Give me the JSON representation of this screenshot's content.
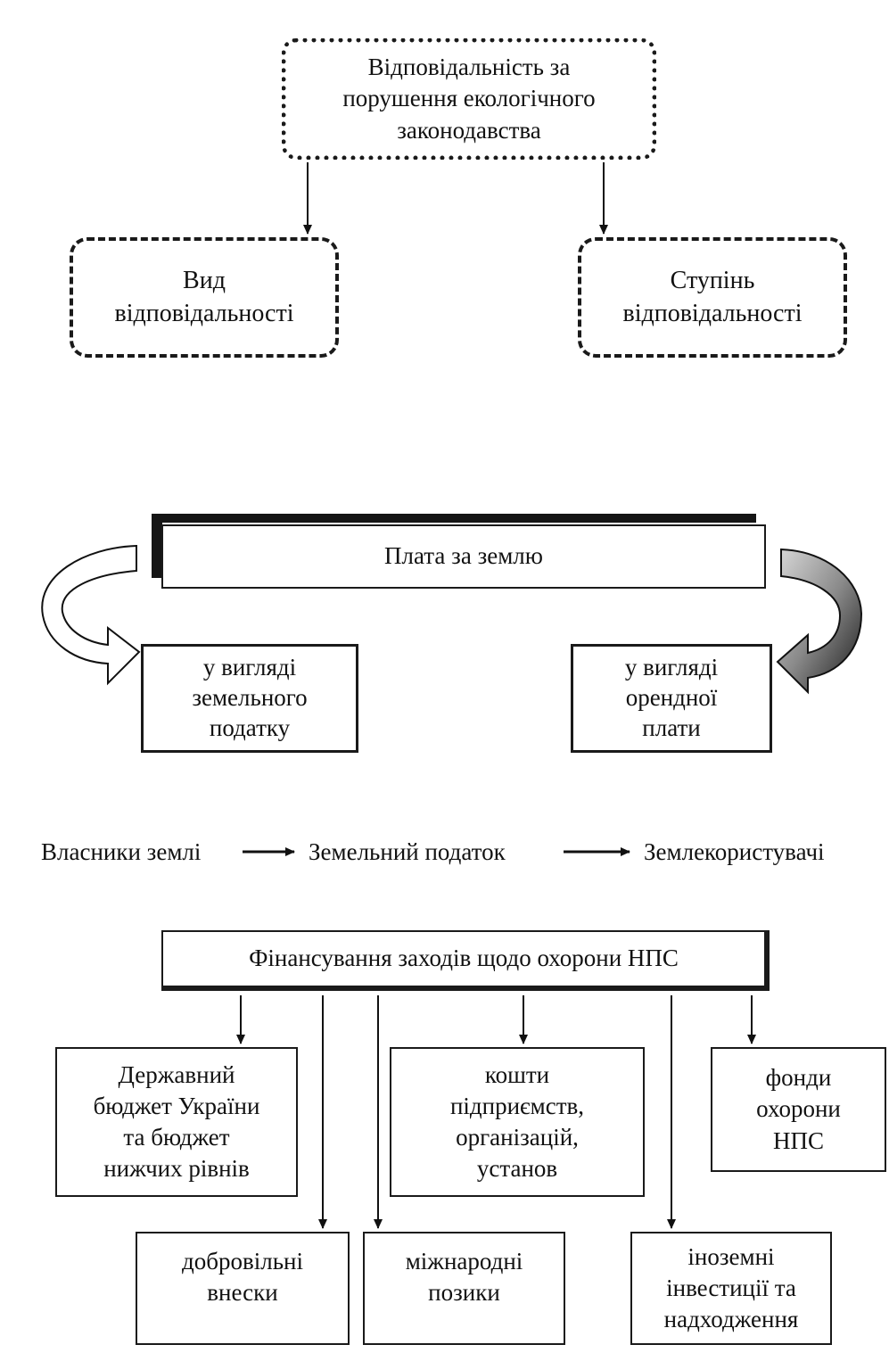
{
  "responsibility": {
    "root": [
      "Відповідальність за",
      "порушення екологічного",
      "законодавства"
    ],
    "kind": [
      "Вид",
      "відповідальності"
    ],
    "degree": [
      "Ступінь",
      "відповідальності"
    ]
  },
  "land_payment": {
    "root": "Плата за землю",
    "tax": [
      "у вигляді",
      "земельного",
      "податку"
    ],
    "rent": [
      "у вигляді",
      "орендної",
      "плати"
    ]
  },
  "flow": {
    "owners": "Власники землі",
    "land_tax": "Земельний податок",
    "land_users": "Землекористувачі"
  },
  "financing": {
    "root": "Фінансування заходів щодо охорони НПС",
    "state_budget": [
      "Державний",
      "бюджет України",
      "та бюджет",
      "нижчих рівнів"
    ],
    "enterprise_funds": [
      "кошти",
      "підприємств,",
      "організацій,",
      "установ"
    ],
    "eco_funds": [
      "фонди",
      "охорони",
      "НПС"
    ],
    "voluntary": [
      "добровільні",
      "внески"
    ],
    "international_loans": [
      "міжнародні",
      "позики"
    ],
    "foreign_investment": [
      "іноземні",
      "інвестиції та",
      "надходження"
    ]
  }
}
